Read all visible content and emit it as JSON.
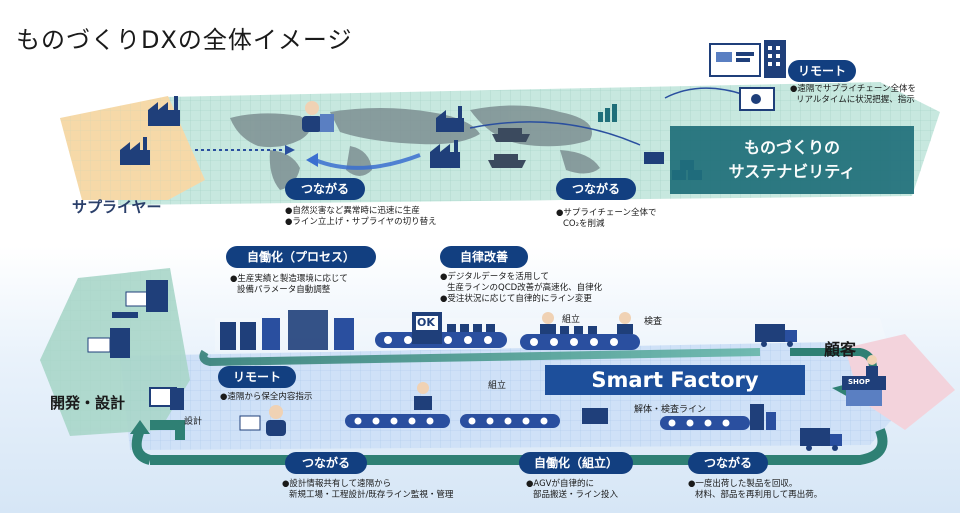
{
  "title": "ものづくりDXの全体イメージ",
  "top_plane": {
    "supplier_label": "サプライヤー",
    "remote_pill": "リモート",
    "remote_notes": [
      "●遠隔でサプライチェーン全体を",
      "リアルタイムに状況把握、指示"
    ],
    "sustainability_lines": [
      "ものづくりの",
      "サステナビリティ"
    ],
    "connect_left": {
      "pill": "つながる",
      "notes": [
        "●自然災害など異常時に迅速に生産",
        "●ライン立上げ・サプライヤの切り替え"
      ]
    },
    "connect_right": {
      "pill": "つながる",
      "notes": [
        "●サプライチェーン全体で",
        "CO₂を削減"
      ]
    }
  },
  "middle": {
    "auto_process": {
      "pill": "自働化（プロセス）",
      "notes": [
        "●生産実績と製造環境に応じて",
        "設備パラメータ自動調整"
      ]
    },
    "autonomous": {
      "pill": "自律改善",
      "notes": [
        "●デジタルデータを活用して",
        "生産ラインのQCD改善が高速化、自律化",
        "●受注状況に応じて自律的にライン変更"
      ]
    },
    "ok_label": "OK",
    "assembly_label": "組立",
    "inspection_label": "検査"
  },
  "bottom_plane": {
    "dev_label": "開発・設計",
    "design_label": "設計",
    "customer_label": "顧客",
    "shop_label": "SHOP",
    "smart_factory": "Smart Factory",
    "remote": {
      "pill": "リモート",
      "notes": [
        "●遠隔から保全内容指示"
      ]
    },
    "assembly_label": "組立",
    "disassembly_label": "解体・検査ライン"
  },
  "footer": {
    "connect_left": {
      "pill": "つながる",
      "notes": [
        "●設計情報共有して遠隔から",
        "新規工場・工程設計/既存ライン監視・管理"
      ]
    },
    "auto_assembly": {
      "pill": "自働化（組立）",
      "notes": [
        "●AGVが自律的に",
        "部品搬送・ライン投入"
      ]
    },
    "connect_right": {
      "pill": "つながる",
      "notes": [
        "●一度出荷した製品を回収。",
        "材料、部品を再利用して再出荷。"
      ]
    }
  },
  "colors": {
    "navy": "#123f80",
    "teal_plane": "#bfe3dc",
    "supplier_plane": "#f6d9a8",
    "customer_plane": "#f3d3dc",
    "dev_plane": "#a8d6c9",
    "flow_arrow": "#2f8074"
  }
}
